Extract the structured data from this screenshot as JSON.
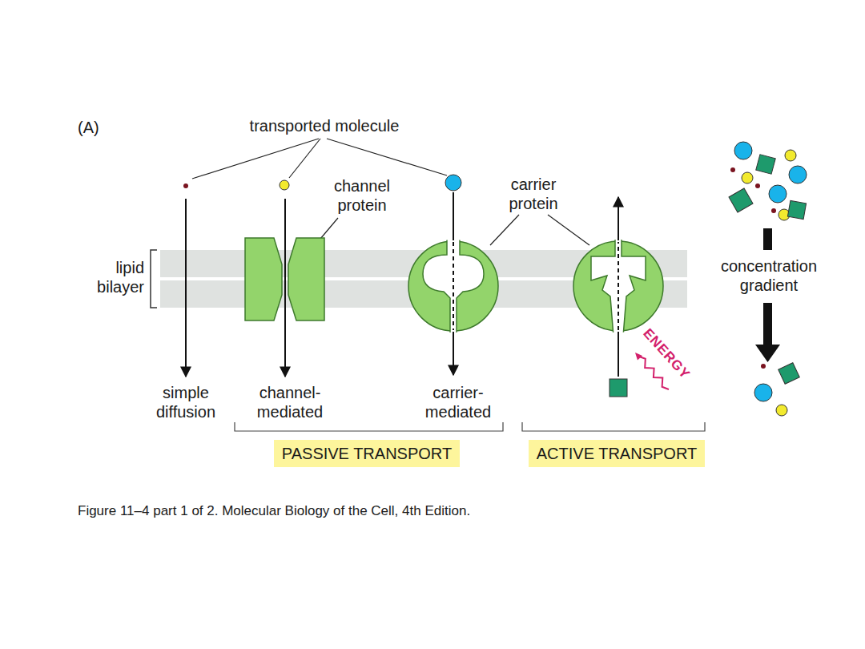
{
  "diagram": {
    "caption": "Figure 11–4 part 1 of 2. Molecular Biology of the Cell, 4th Edition.",
    "nodes": [
      {
        "text": [
          "PASSIVE TRANSPORT"
        ]
      },
      {
        "text": [
          "ACTIVE TRANSPORT"
        ]
      }
    ],
    "labels": [
      "(A)",
      "transported molecule",
      "channel protein",
      "carrier protein",
      "lipid bilayer",
      "simple diffusion",
      "channel- mediated",
      "carrier- mediated",
      "ENERGY",
      "concentration gradient"
    ]
  }
}
